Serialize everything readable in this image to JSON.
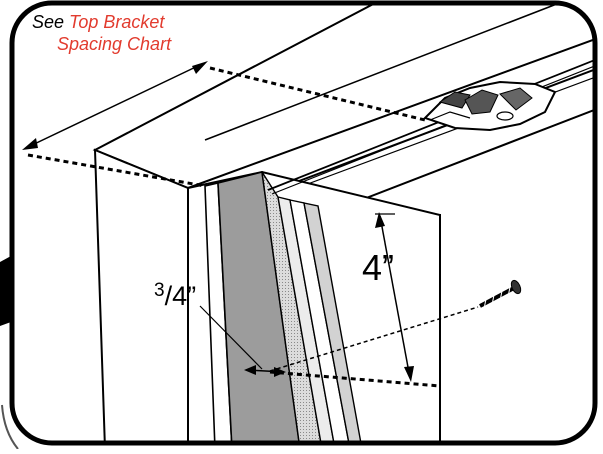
{
  "callout": {
    "prefix": "See",
    "link_line1": "Top Bracket",
    "link_line2": "Spacing Chart"
  },
  "dimensions": {
    "height": "4”",
    "depth_num": "3",
    "depth_rest": "/4”"
  },
  "colors": {
    "callout_red": "#e23b2e",
    "border": "#000000",
    "bracket_strip": "#9c9c9c"
  },
  "icons": [
    "mounting-bracket-icon",
    "screw-icon"
  ]
}
